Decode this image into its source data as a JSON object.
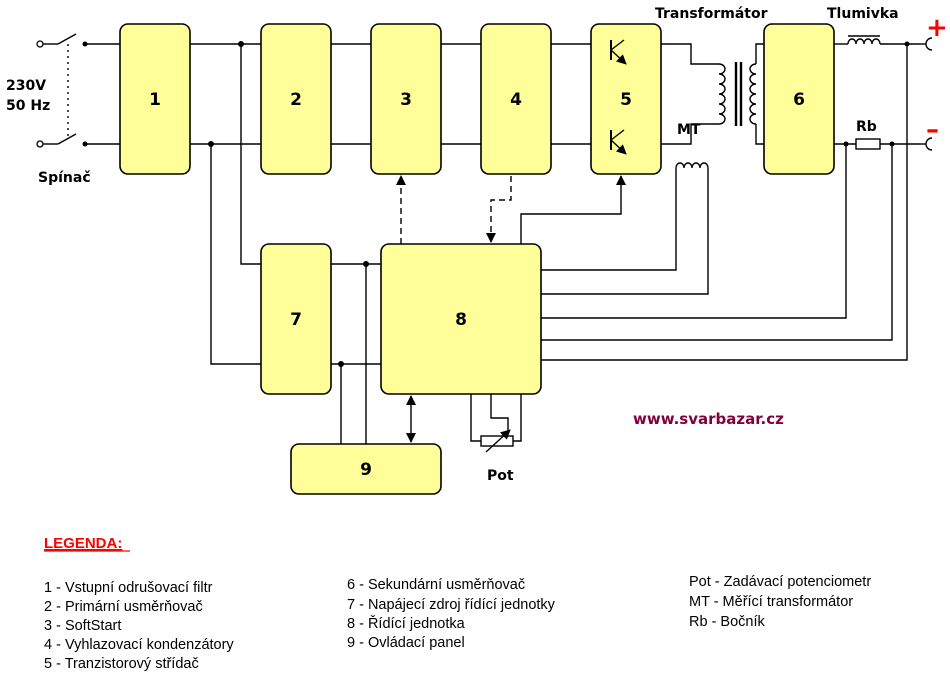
{
  "blocks": {
    "b1": "1",
    "b2": "2",
    "b3": "3",
    "b4": "4",
    "b5": "5",
    "b6": "6",
    "b7": "7",
    "b8": "8",
    "b9": "9"
  },
  "labels": {
    "voltage": "230V",
    "frequency": "50 Hz",
    "switch": "Spínač",
    "transformer": "Transformátor",
    "choke": "Tlumivka",
    "mt": "MT",
    "rb": "Rb",
    "pot": "Pot",
    "plus": "+",
    "minus": "–",
    "website": "www.svarbazar.cz"
  },
  "legend": {
    "title": "LEGENDA:",
    "col1": [
      "1 - Vstupní odrušovací filtr",
      "2 - Primární usměrňovač",
      "3 - SoftStart",
      "4 - Vyhlazovací kondenzátory",
      "5 - Tranzistorový střídač"
    ],
    "col2": [
      "6 - Sekundární usměrňovač",
      "7 - Napájecí zdroj řídící jednotky",
      "8 - Řídící jednotka",
      "9 - Ovládací panel"
    ],
    "col3": [
      "Pot - Zadávací potenciometr",
      "MT - Měřící transformátor",
      "Rb - Bočník"
    ]
  },
  "colors": {
    "block_fill": "#ffff99",
    "plus": "#ff0000",
    "minus": "#ff0000",
    "website": "#800040",
    "legend_title": "#ff0000"
  }
}
